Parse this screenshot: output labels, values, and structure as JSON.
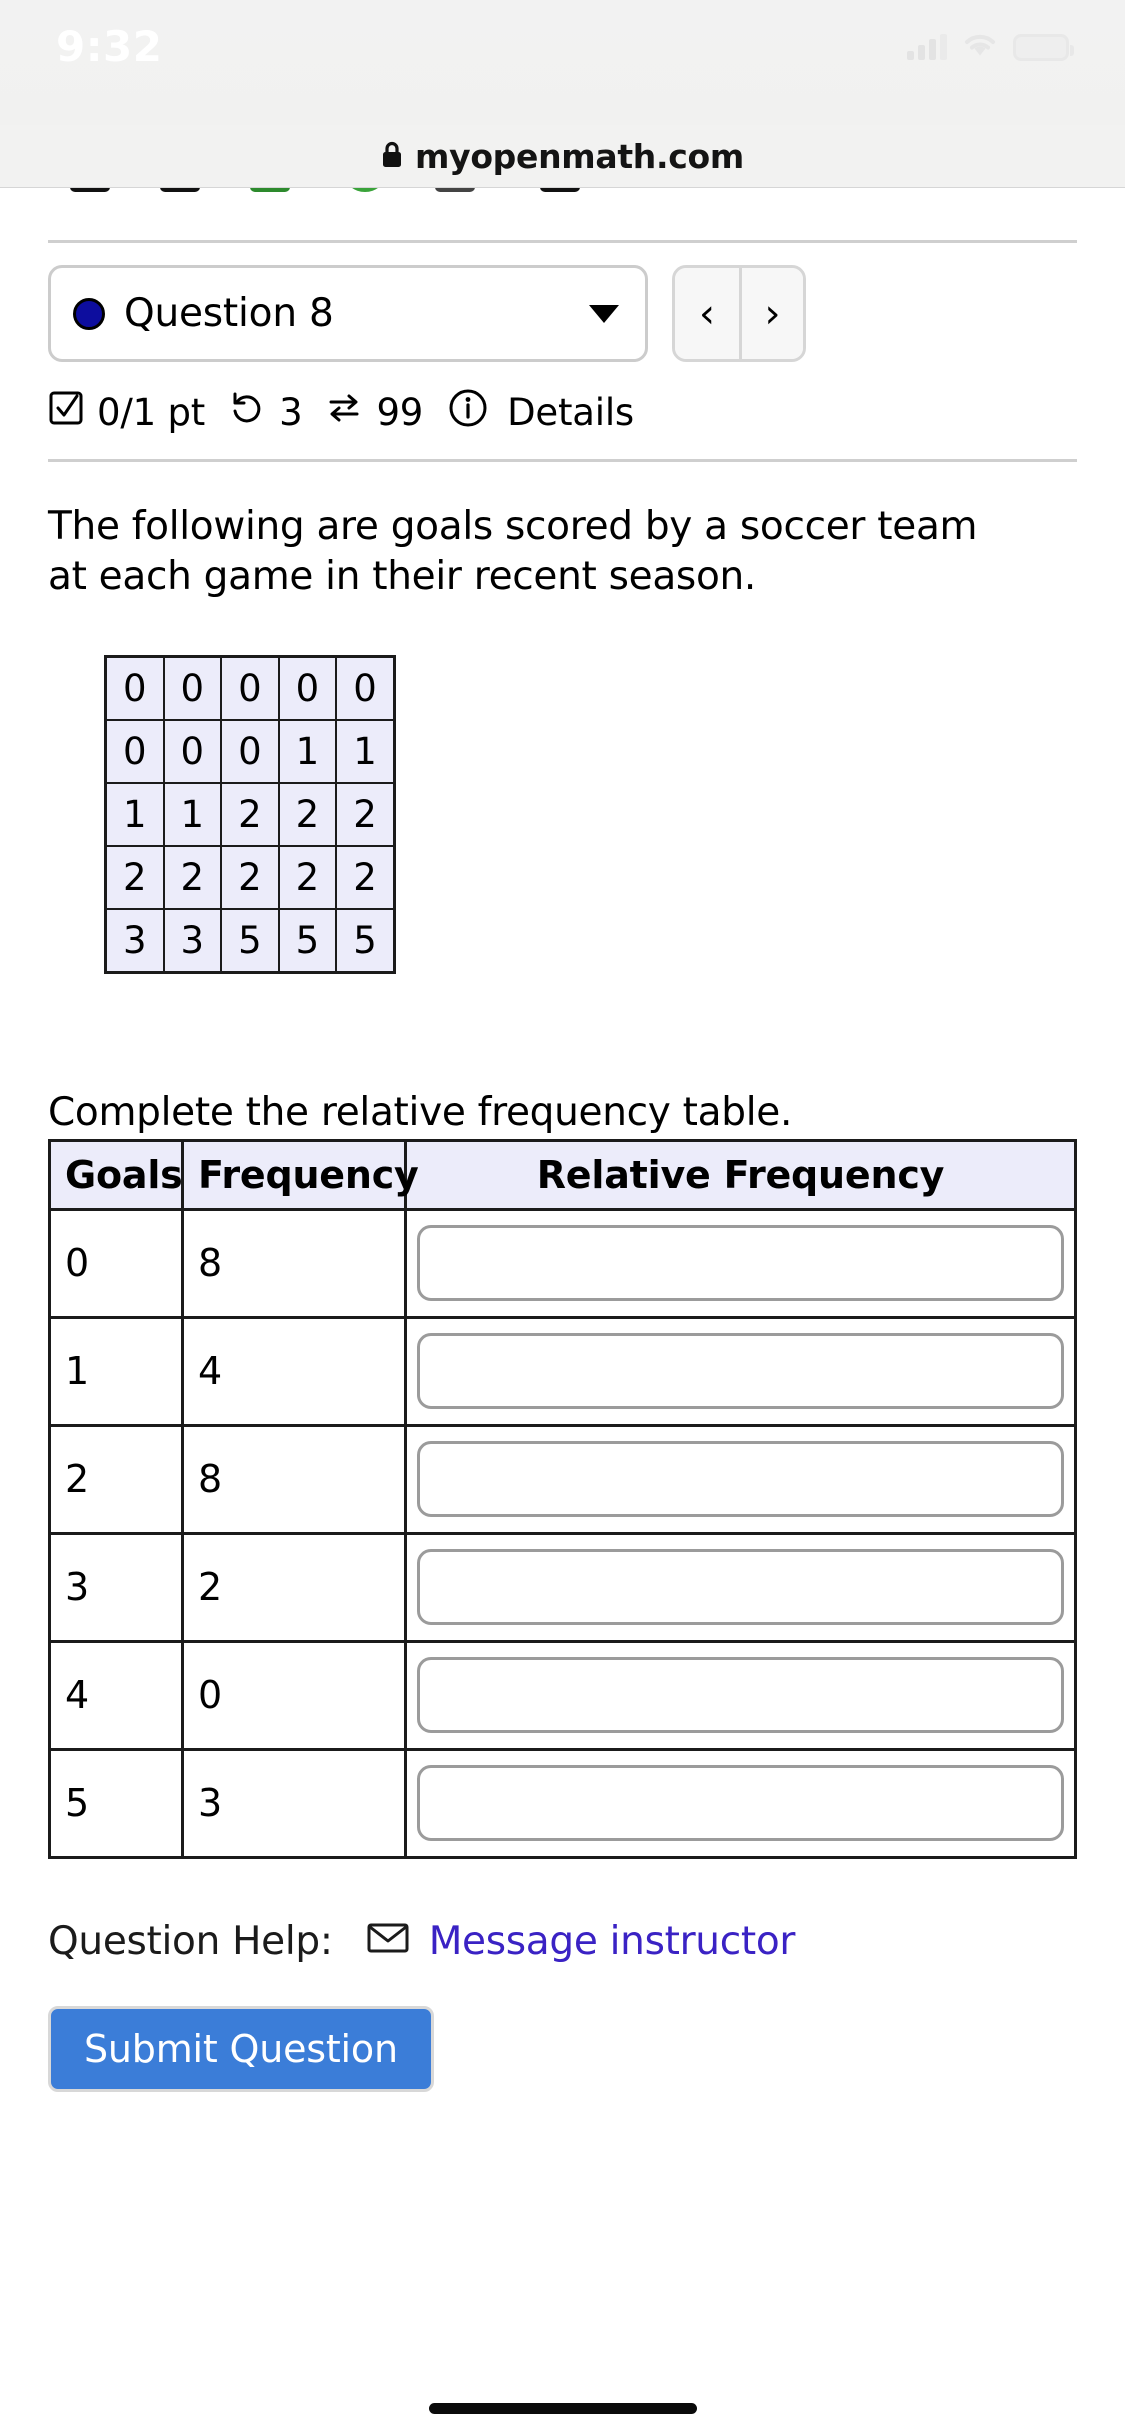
{
  "status_bar": {
    "time": "9:32",
    "signal_icon": "cellular-signal-icon",
    "wifi_icon": "wifi-icon",
    "battery_icon": "battery-icon"
  },
  "browser": {
    "lock_icon": "lock-icon",
    "url": "myopenmath.com"
  },
  "question_nav": {
    "selected_label": "Question 8",
    "status_dot_color": "#0d0d9e",
    "caret_icon": "chevron-down-icon",
    "prev_label": "‹",
    "next_label": "›"
  },
  "meta": {
    "score_icon": "checkbox-checked-icon",
    "score": "0/1 pt",
    "attempts_icon": "undo-arrow-icon",
    "attempts": "3",
    "versions_icon": "swap-arrows-icon",
    "versions": "99",
    "details_icon": "info-circle-icon",
    "details_label": "Details"
  },
  "prompt": "The following are goals scored by a soccer team at each game in their recent season.",
  "data_grid": {
    "cell_bg": "#ececfa",
    "rows": [
      [
        "0",
        "0",
        "0",
        "0",
        "0"
      ],
      [
        "0",
        "0",
        "0",
        "1",
        "1"
      ],
      [
        "1",
        "1",
        "2",
        "2",
        "2"
      ],
      [
        "2",
        "2",
        "2",
        "2",
        "2"
      ],
      [
        "3",
        "3",
        "5",
        "5",
        "5"
      ]
    ]
  },
  "relative_frequency": {
    "instruction": "Complete the relative frequency table.",
    "headers": [
      "Goals",
      "Frequency",
      "Relative Frequency"
    ],
    "rows": [
      {
        "goals": "0",
        "frequency": "8",
        "relative_frequency": ""
      },
      {
        "goals": "1",
        "frequency": "4",
        "relative_frequency": ""
      },
      {
        "goals": "2",
        "frequency": "8",
        "relative_frequency": ""
      },
      {
        "goals": "3",
        "frequency": "2",
        "relative_frequency": ""
      },
      {
        "goals": "4",
        "frequency": "0",
        "relative_frequency": ""
      },
      {
        "goals": "5",
        "frequency": "3",
        "relative_frequency": ""
      }
    ]
  },
  "question_help": {
    "label": "Question Help:",
    "mail_icon": "envelope-icon",
    "link_label": "Message instructor",
    "link_color": "#3a22c4"
  },
  "submit": {
    "label": "Submit Question",
    "color": "#3b7dd8"
  }
}
